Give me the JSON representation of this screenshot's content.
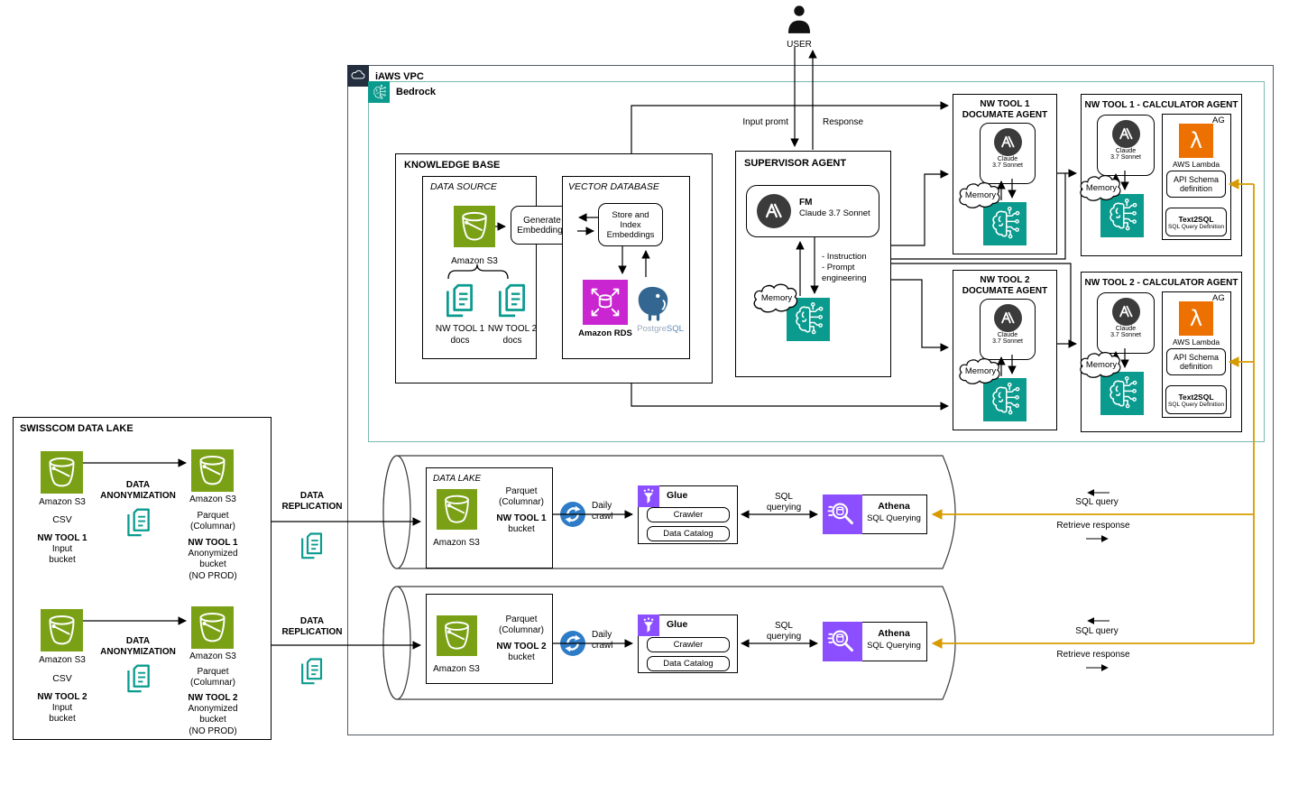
{
  "colors": {
    "s3_green": "#7AA116",
    "teal": "#0A9B8E",
    "rds_magenta": "#C925D1",
    "lambda_orange": "#ED7100",
    "aws_purple": "#8C4FFF",
    "sync_blue": "#2E7CC7",
    "orange_line": "#D79B00",
    "bedrock_border": "#7CB9AE",
    "dark_navy": "#232F3E",
    "anthropic_dark": "#3B3B3B",
    "postgres_blue": "#336791",
    "postgres_text_a": "#9AA9BD",
    "postgres_text_b": "#5B87B8"
  },
  "user": {
    "label": "USER"
  },
  "vpc": {
    "label": "iAWS VPC"
  },
  "bedrock": {
    "label": "Bedrock"
  },
  "flows": {
    "input_prompt": "Input promt",
    "response": "Response",
    "instruction": [
      "- Instruction",
      "- Prompt",
      "engineering"
    ],
    "data_replication": [
      "DATA",
      "REPLICATION"
    ],
    "data_anonymization": [
      "DATA",
      "ANONYMIZATION"
    ],
    "daily_crawl": [
      "Daily",
      "crawl"
    ],
    "sql_querying": [
      "SQL",
      "querying"
    ],
    "sql_query": "SQL query",
    "retrieve_response": "Retrieve response"
  },
  "knowledge_base": {
    "title": "KNOWLEDGE BASE",
    "data_source": {
      "title": "DATA SOURCE",
      "s3_label": "Amazon S3",
      "docs": [
        {
          "line1": "NW TOOL 1",
          "line2": "docs"
        },
        {
          "line1": "NW TOOL 2",
          "line2": "docs"
        }
      ]
    },
    "generate_embeddings": [
      "Generate",
      "Embeddings"
    ],
    "vector_database": {
      "title": "VECTOR DATABASE",
      "store_index": [
        "Store and",
        "Index",
        "Embeddings"
      ],
      "rds_label": "Amazon RDS",
      "postgres_label_a": "Postgre",
      "postgres_label_b": "SQL"
    }
  },
  "supervisor": {
    "title": "SUPERVISOR AGENT",
    "fm_label": "FM",
    "model": "Claude 3.7 Sonnet",
    "memory": "Memory"
  },
  "agents": {
    "documate1": {
      "title": [
        "NW TOOL 1",
        "DOCUMATE AGENT"
      ],
      "model": [
        "Claude",
        "3.7 Sonnet"
      ],
      "memory": "Memory"
    },
    "documate2": {
      "title": [
        "NW TOOL 2",
        "DOCUMATE AGENT"
      ],
      "model": [
        "Claude",
        "3.7 Sonnet"
      ],
      "memory": "Memory"
    },
    "calculator1": {
      "title": "NW TOOL 1 - CALCULATOR AGENT",
      "model": [
        "Claude",
        "3.7 Sonnet"
      ],
      "memory": "Memory",
      "ag_label": "AG",
      "lambda_label": "AWS Lambda",
      "api_schema": [
        "API Schema",
        "definition"
      ],
      "text2sql_title": "Text2SQL",
      "text2sql_sub": "SQL Query Definition"
    },
    "calculator2": {
      "title": "NW TOOL 2 - CALCULATOR AGENT",
      "model": [
        "Claude",
        "3.7 Sonnet"
      ],
      "memory": "Memory",
      "ag_label": "AG",
      "lambda_label": "AWS Lambda",
      "api_schema": [
        "API Schema",
        "definition"
      ],
      "text2sql_title": "Text2SQL",
      "text2sql_sub": "SQL Query Definition"
    }
  },
  "swisscom": {
    "title": "SWISSCOM DATA LAKE",
    "rows": [
      {
        "source": {
          "s3": "Amazon S3",
          "format": "CSV",
          "name": "NW TOOL 1",
          "sub": [
            "Input",
            "bucket"
          ]
        },
        "target": {
          "s3": "Amazon S3",
          "format": [
            "Parquet",
            "(Columnar)"
          ],
          "name": "NW TOOL 1",
          "sub": [
            "Anonymized",
            "bucket",
            "(NO PROD)"
          ]
        }
      },
      {
        "source": {
          "s3": "Amazon S3",
          "format": "CSV",
          "name": "NW TOOL 2",
          "sub": [
            "Input",
            "bucket"
          ]
        },
        "target": {
          "s3": "Amazon S3",
          "format": [
            "Parquet",
            "(Columnar)"
          ],
          "name": "NW TOOL 2",
          "sub": [
            "Anonymized",
            "bucket",
            "(NO PROD)"
          ]
        }
      }
    ]
  },
  "lakes": [
    {
      "title": "DATA LAKE",
      "s3": "Amazon S3",
      "format": [
        "Parquet",
        "(Columnar)"
      ],
      "bucket": [
        "NW TOOL 1",
        "bucket"
      ],
      "glue": {
        "title": "Glue",
        "items": [
          "Crawler",
          "Data Catalog"
        ]
      },
      "athena": {
        "title": "Athena",
        "sub": "SQL Querying"
      }
    },
    {
      "s3": "Amazon S3",
      "format": [
        "Parquet",
        "(Columnar)"
      ],
      "bucket": [
        "NW TOOL 2",
        "bucket"
      ],
      "glue": {
        "title": "Glue",
        "items": [
          "Crawler",
          "Data Catalog"
        ]
      },
      "athena": {
        "title": "Athena",
        "sub": "SQL Querying"
      }
    }
  ]
}
